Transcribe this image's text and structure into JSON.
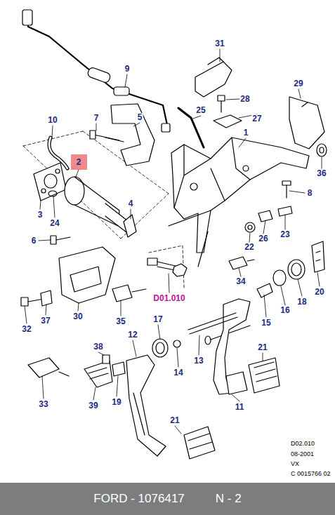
{
  "diagram": {
    "nodes": [
      {
        "text": [
          "2"
        ]
      },
      {
        "text": [
          "FORD - 1076417",
          "N - 2"
        ]
      }
    ],
    "labels": [
      "31",
      "9",
      "28",
      "29",
      "7",
      "5",
      "25",
      "27",
      "10",
      "1",
      "36",
      "8",
      "3",
      "24",
      "4",
      "22",
      "26",
      "23",
      "6",
      "D01.010",
      "34",
      "20",
      "32",
      "37",
      "30",
      "35",
      "16",
      "18",
      "15",
      "17",
      "14",
      "13",
      "12",
      "21",
      "21",
      "38",
      "11",
      "33",
      "39",
      "19",
      "D02.010",
      "08-2001",
      "VX",
      "C 0015766 02"
    ]
  }
}
